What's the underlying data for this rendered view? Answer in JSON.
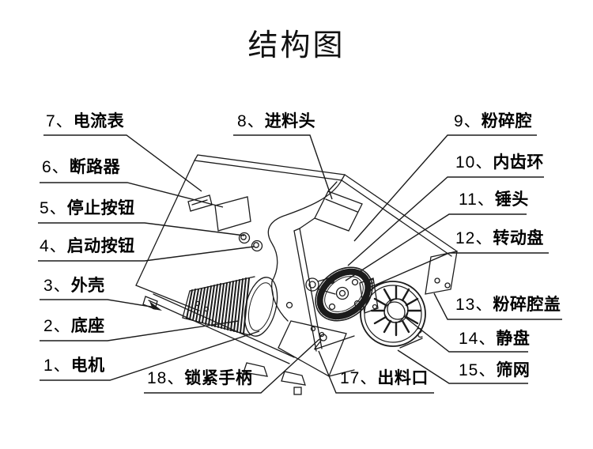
{
  "title": "结构图",
  "colors": {
    "ink": "#1b1b1b",
    "background": "#ffffff"
  },
  "diagram": {
    "machine": "粉碎机",
    "labels": [
      {
        "no": 1,
        "num": "1、",
        "name": "电机"
      },
      {
        "no": 2,
        "num": "2、",
        "name": "底座"
      },
      {
        "no": 3,
        "num": "3、",
        "name": "外壳"
      },
      {
        "no": 4,
        "num": "4、",
        "name": "启动按钮"
      },
      {
        "no": 5,
        "num": "5、",
        "name": "停止按钮"
      },
      {
        "no": 6,
        "num": "6、",
        "name": "断路器"
      },
      {
        "no": 7,
        "num": "7、",
        "name": "电流表"
      },
      {
        "no": 8,
        "num": "8、",
        "name": "进料头"
      },
      {
        "no": 9,
        "num": "9、",
        "name": "粉碎腔"
      },
      {
        "no": 10,
        "num": "10、",
        "name": "内齿环"
      },
      {
        "no": 11,
        "num": "11、",
        "name": "锤头"
      },
      {
        "no": 12,
        "num": "12、",
        "name": "转动盘"
      },
      {
        "no": 13,
        "num": "13、",
        "name": "粉碎腔盖"
      },
      {
        "no": 14,
        "num": "14、",
        "name": "静盘"
      },
      {
        "no": 15,
        "num": "15、",
        "name": "筛网"
      },
      {
        "no": 17,
        "num": "17、",
        "name": "出料口"
      },
      {
        "no": 18,
        "num": "18、",
        "name": "锁紧手柄"
      }
    ]
  }
}
